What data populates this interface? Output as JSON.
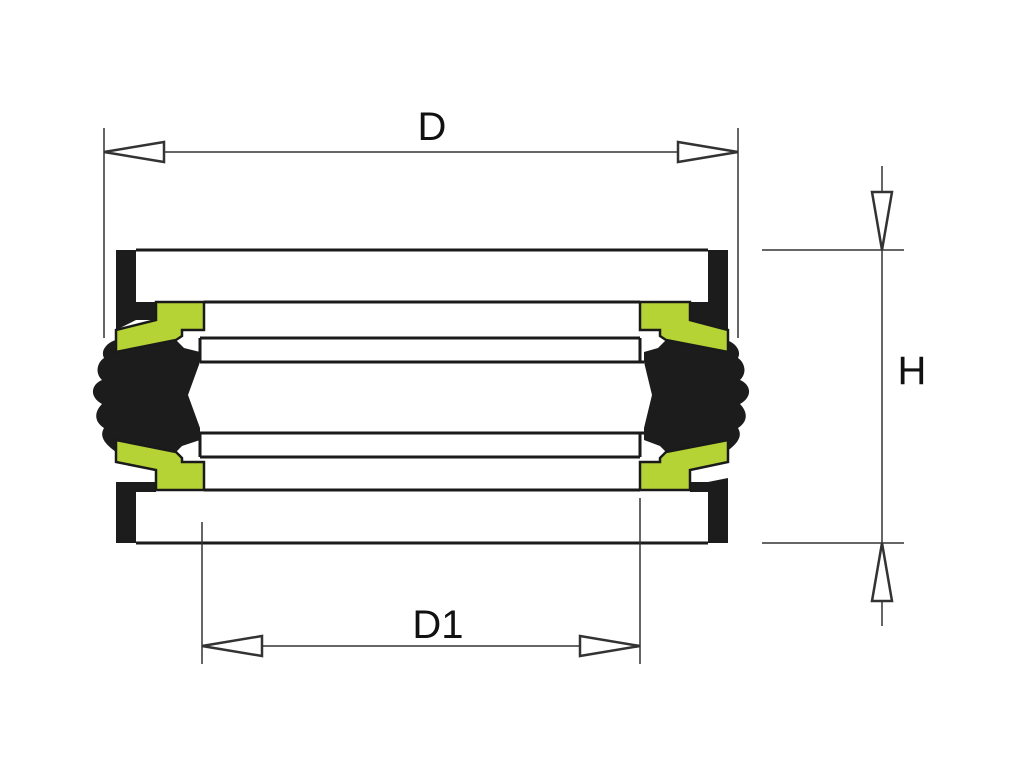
{
  "labels": {
    "outer_diameter": "D",
    "inner_diameter": "D1",
    "height": "H"
  },
  "colors": {
    "background": "#ffffff",
    "outline": "#1a1a1a",
    "rubber": "#1c1c1c",
    "guide_ring": "#b5d334",
    "dimension_line": "#333333"
  }
}
